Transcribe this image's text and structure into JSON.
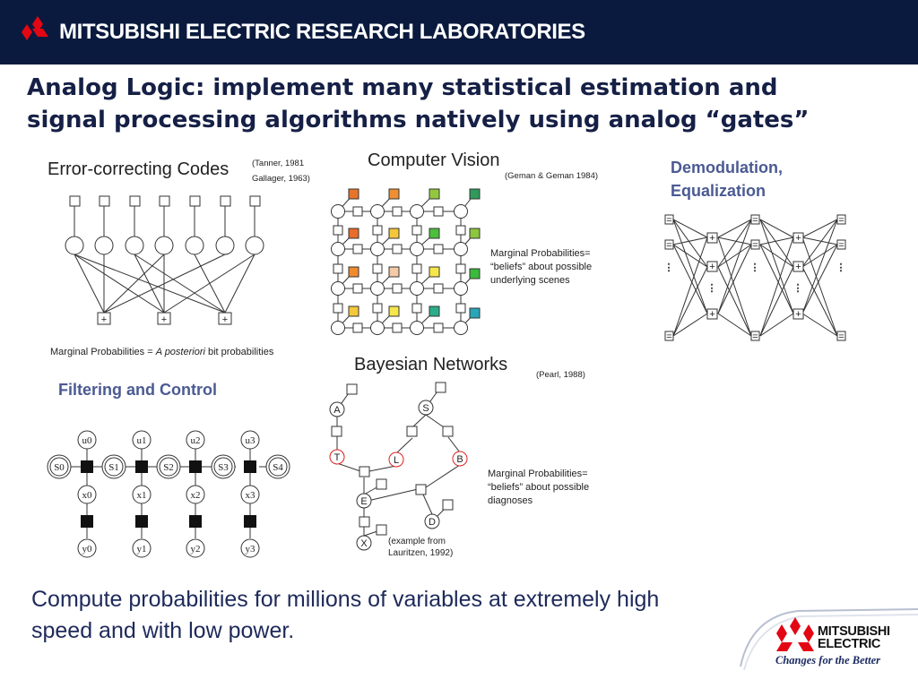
{
  "header": {
    "title": "MITSUBISHI ELECTRIC RESEARCH LABORATORIES",
    "logo_icon": "three-diamonds-icon",
    "bar_color": "#0a1a3e",
    "logo_color": "#e30613"
  },
  "slide_title": {
    "line1": "Analog Logic: implement many statistical estimation and",
    "line2": "signal processing algorithms natively using analog “gates”"
  },
  "ecc": {
    "title": "Error-correcting Codes",
    "cite_line1": "(Tanner, 1981",
    "cite_line2": "Gallager, 1963)",
    "check_symbol": "+",
    "caption_prefix": "Marginal Probabilities = ",
    "caption_italic": "A posteriori",
    "caption_suffix": " bit probabilities"
  },
  "vision": {
    "title": "Computer Vision",
    "cite": "(Geman & Geman 1984)",
    "caption_line1": "Marginal Probabilities=",
    "caption_line2": "“beliefs” about possible",
    "caption_line3": "underlying scenes"
  },
  "demod": {
    "title_line1": "Demodulation,",
    "title_line2": "Equalization",
    "eq_symbol": "=",
    "plus_symbol": "+",
    "dots": "⋮"
  },
  "filtering": {
    "title": "Filtering and Control",
    "s_labels": [
      "S0",
      "S1",
      "S2",
      "S3",
      "S4"
    ],
    "u_labels": [
      "u0",
      "u1",
      "u2",
      "u3"
    ],
    "x_labels": [
      "x0",
      "x1",
      "x2",
      "x3"
    ],
    "y_labels": [
      "y0",
      "y1",
      "y2",
      "y3"
    ]
  },
  "bayes": {
    "title": "Bayesian Networks",
    "cite": "(Pearl, 1988)",
    "nodes": {
      "a": "A",
      "s": "S",
      "t": "T",
      "l": "L",
      "b": "B",
      "e": "E",
      "d": "D",
      "x": "X"
    },
    "caption_line1": "Marginal Probabilities=",
    "caption_line2": "“beliefs” about possible",
    "caption_line3": "diagnoses",
    "example_line1": "(example from",
    "example_line2": "Lauritzen, 1992)"
  },
  "bottom": {
    "line1": "Compute probabilities for millions of variables at extremely high",
    "line2": "speed and with low power."
  },
  "logo": {
    "line1": "MITSUBISHI",
    "line2": "ELECTRIC",
    "tagline": "Changes for the Better",
    "icon": "three-diamonds-icon"
  }
}
